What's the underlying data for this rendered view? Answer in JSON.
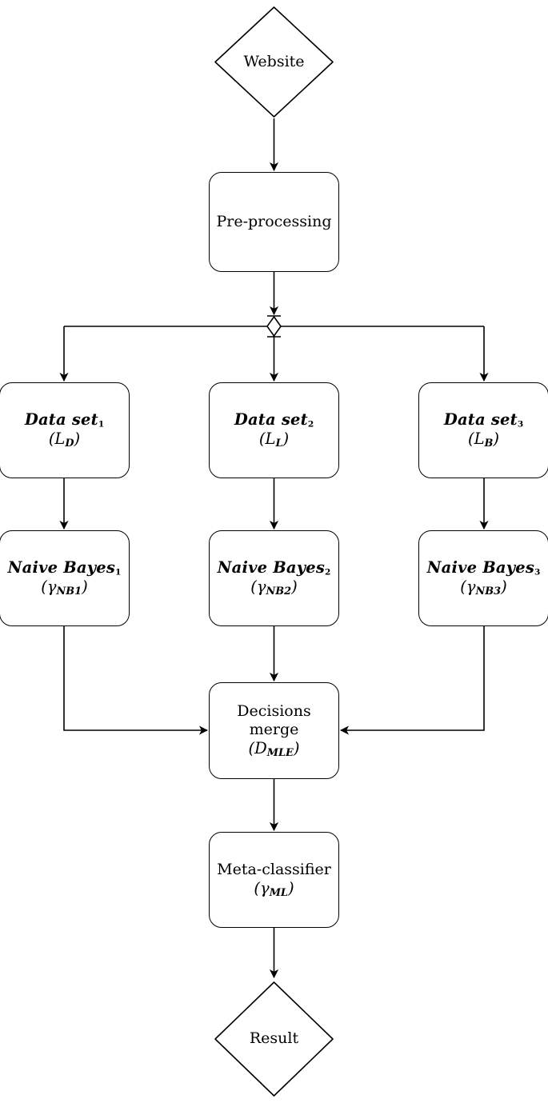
{
  "diagram": {
    "title": "Ensemble Naive Bayes website classification pipeline",
    "stroke_color": "#000000",
    "background_color": "#ffffff"
  },
  "nodes": {
    "website": {
      "shape": "diamond",
      "label": "Website"
    },
    "preprocessing": {
      "shape": "rounded-rect",
      "label": "Pre-processing"
    },
    "split_junction": {
      "shape": "small-diamond",
      "label": ""
    },
    "dataset1": {
      "shape": "rounded-rect",
      "line1": "Data set",
      "sub1": "1",
      "line2_open": "(L",
      "line2_sub": "D",
      "line2_close": ")"
    },
    "dataset2": {
      "shape": "rounded-rect",
      "line1": "Data set",
      "sub1": "2",
      "line2_open": "(L",
      "line2_sub": "L",
      "line2_close": ")"
    },
    "dataset3": {
      "shape": "rounded-rect",
      "line1": "Data set",
      "sub1": "3",
      "line2_open": "(L",
      "line2_sub": "B",
      "line2_close": ")"
    },
    "naive_bayes1": {
      "shape": "rounded-rect",
      "line1": "Naive Bayes",
      "sub1": "1",
      "line2_open": "(γ",
      "line2_sub": "NB1",
      "line2_close": ")"
    },
    "naive_bayes2": {
      "shape": "rounded-rect",
      "line1": "Naive Bayes",
      "sub1": "2",
      "line2_open": "(γ",
      "line2_sub": "NB2",
      "line2_close": ")"
    },
    "naive_bayes3": {
      "shape": "rounded-rect",
      "line1": "Naive Bayes",
      "sub1": "3",
      "line2_open": "(γ",
      "line2_sub": "NB3",
      "line2_close": ")"
    },
    "decisions_merge": {
      "shape": "rounded-rect",
      "line1": "Decisions",
      "line2": "merge",
      "line3_open": "(D",
      "line3_sub": "MLE",
      "line3_close": ")"
    },
    "meta_classifier": {
      "shape": "rounded-rect",
      "line1": "Meta-classifier",
      "line2_open": "(γ",
      "line2_sub": "ML",
      "line2_close": ")"
    },
    "result": {
      "shape": "diamond",
      "label": "Result"
    }
  },
  "edges": [
    {
      "from": "website",
      "to": "preprocessing",
      "arrow": "down"
    },
    {
      "from": "preprocessing",
      "to": "split_junction",
      "arrow": "down"
    },
    {
      "from": "split_junction",
      "to": "dataset1",
      "arrow": "down-left"
    },
    {
      "from": "split_junction",
      "to": "dataset2",
      "arrow": "down"
    },
    {
      "from": "split_junction",
      "to": "dataset3",
      "arrow": "down-right"
    },
    {
      "from": "dataset1",
      "to": "naive_bayes1",
      "arrow": "down"
    },
    {
      "from": "dataset2",
      "to": "naive_bayes2",
      "arrow": "down"
    },
    {
      "from": "dataset3",
      "to": "naive_bayes3",
      "arrow": "down"
    },
    {
      "from": "naive_bayes1",
      "to": "decisions_merge",
      "arrow": "right"
    },
    {
      "from": "naive_bayes2",
      "to": "decisions_merge",
      "arrow": "down"
    },
    {
      "from": "naive_bayes3",
      "to": "decisions_merge",
      "arrow": "left"
    },
    {
      "from": "decisions_merge",
      "to": "meta_classifier",
      "arrow": "down"
    },
    {
      "from": "meta_classifier",
      "to": "result",
      "arrow": "down"
    }
  ]
}
